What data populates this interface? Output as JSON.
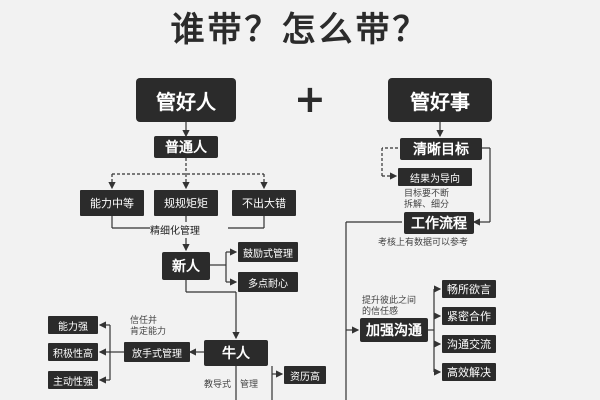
{
  "title": "谁带？怎么带？",
  "plus": "+",
  "left": {
    "head": "管好人",
    "ordinary": "普通人",
    "traits": [
      "能力中等",
      "规规矩矩",
      "不出大错"
    ],
    "refined": "精细化管理",
    "newcomer": "新人",
    "newcomer_methods": [
      "鼓励式管理",
      "多点耐心"
    ],
    "expert": "牛人",
    "expert_traits": [
      "能力强",
      "积极性高",
      "主动性强"
    ],
    "trust_note": [
      "信任并",
      "肯定能力"
    ],
    "delegate": "放手式管理",
    "teach_note": "教导式　管理",
    "seniority": "资历高"
  },
  "right": {
    "head": "管好事",
    "clear_goal": "清晰目标",
    "result_oriented": "结果为导向",
    "goal_note": [
      "目标要不断",
      "拆解、细分"
    ],
    "workflow": "工作流程",
    "data_note": "考核上有数据可以参考",
    "trust_note": [
      "提升彼此之间",
      "的信任感"
    ],
    "communicate": "加强沟通",
    "comm_items": [
      "畅所欲言",
      "紧密合作",
      "沟通交流",
      "高效解决"
    ]
  }
}
